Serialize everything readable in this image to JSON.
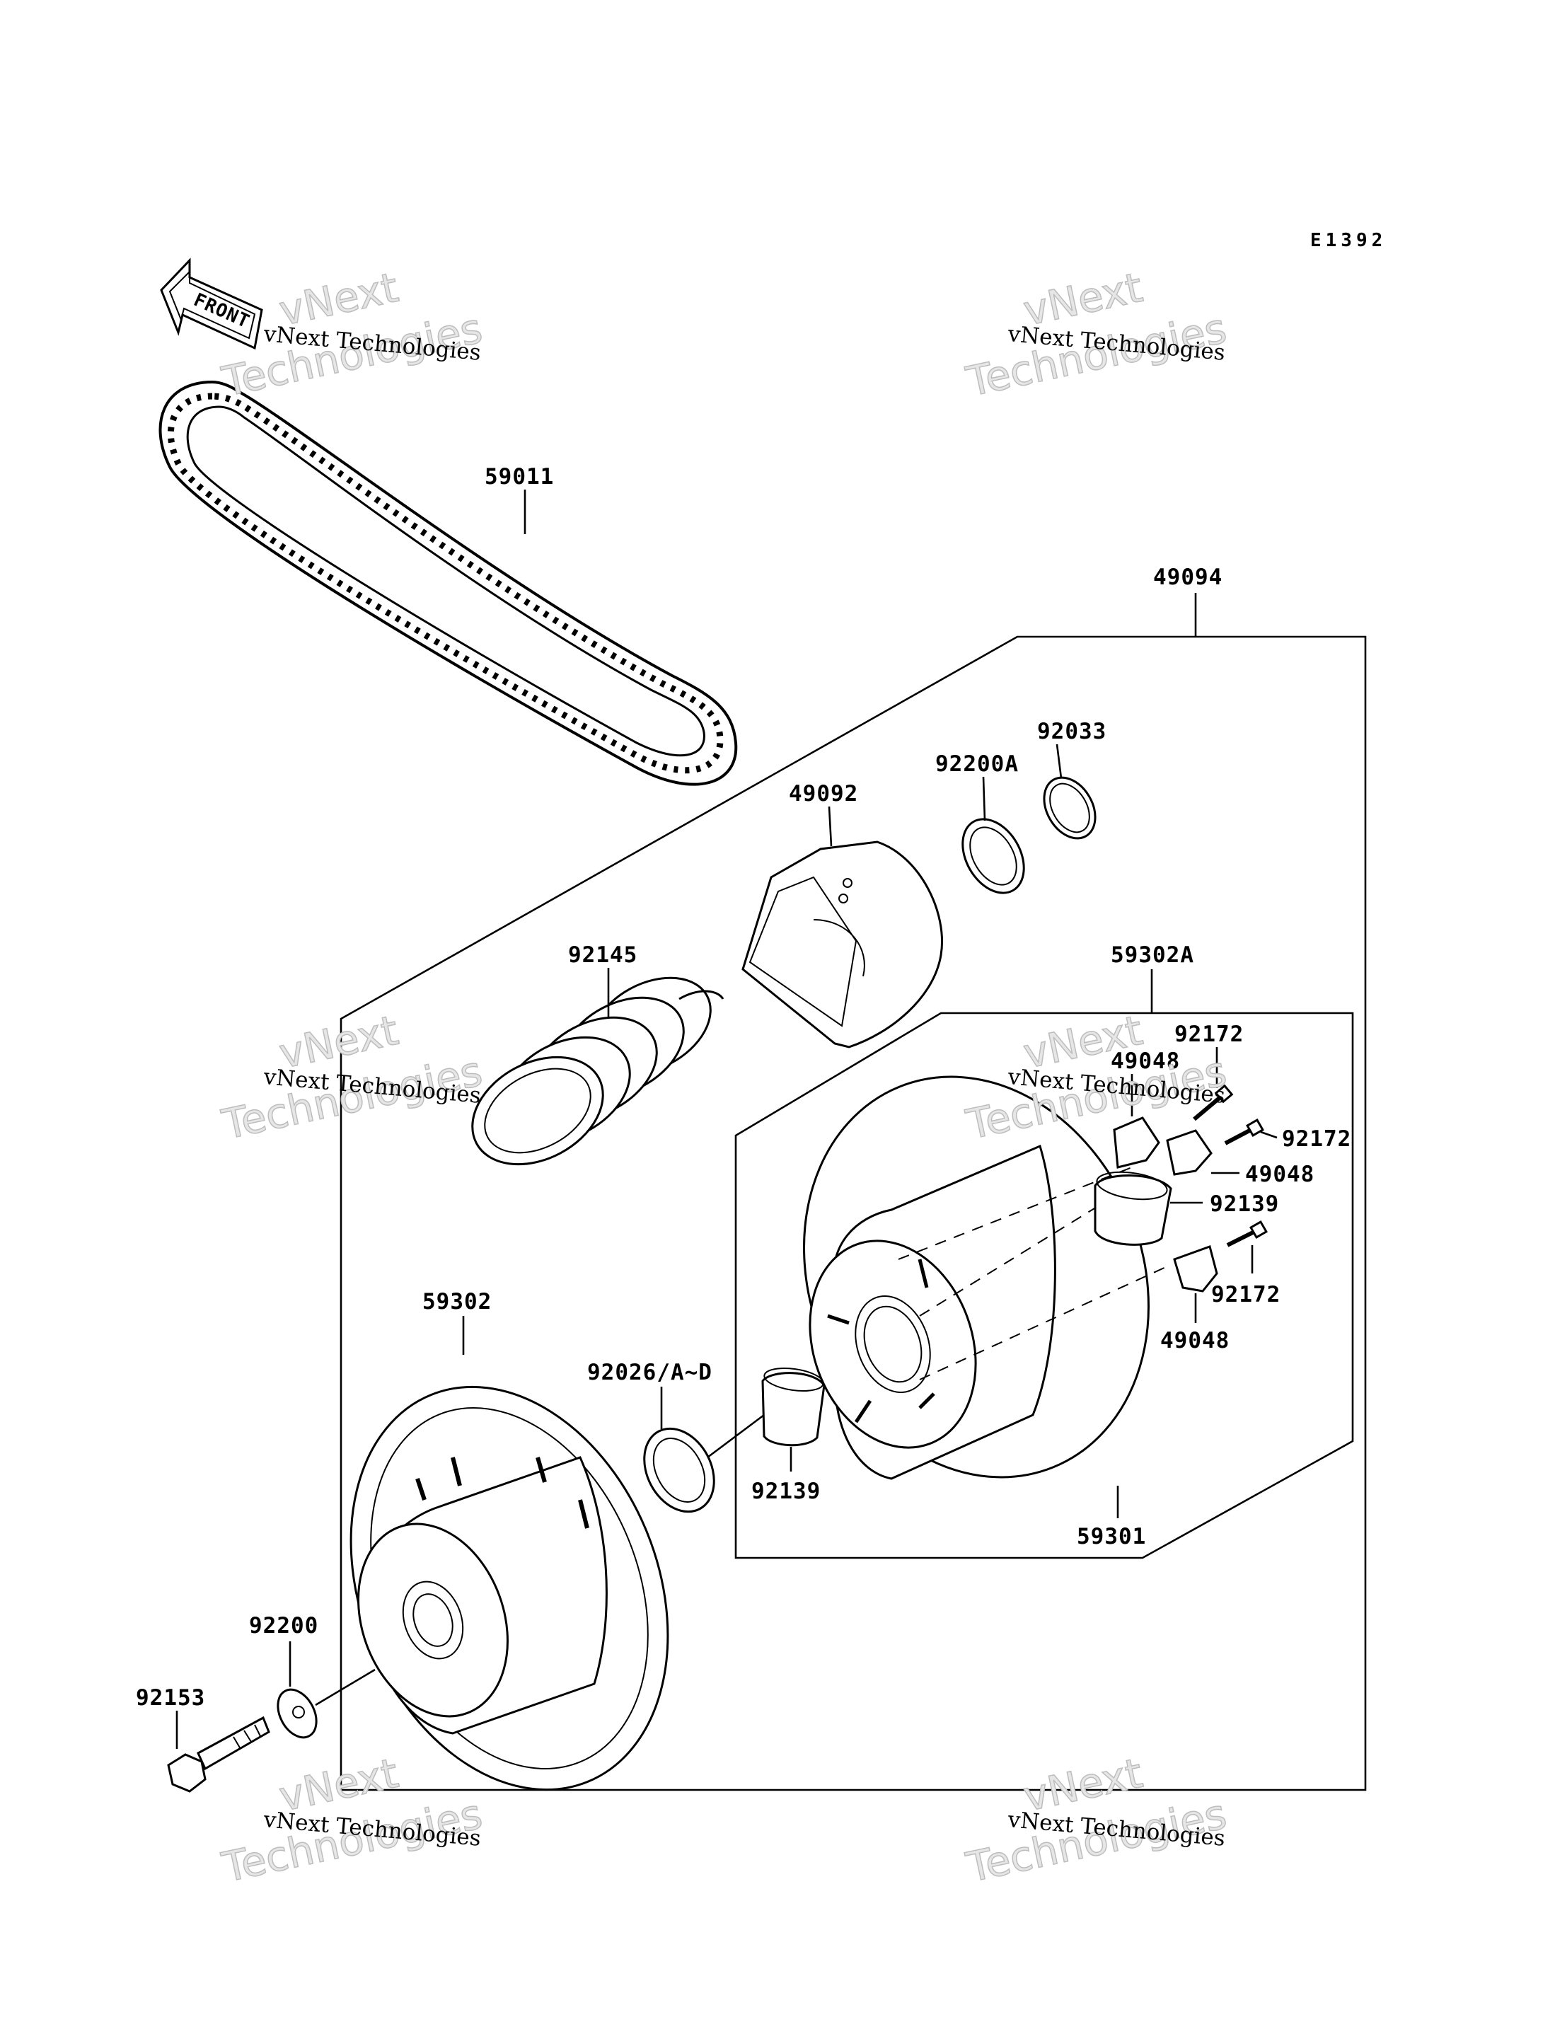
{
  "diagram_code": "E1392",
  "front_label": "FRONT",
  "watermark": {
    "line1": "vNext Technologies",
    "line2a": "vNext",
    "line2b": "Technologies"
  },
  "parts": {
    "p59011": "59011",
    "p49094": "49094",
    "p92033": "92033",
    "p92200A": "92200A",
    "p49092": "49092",
    "p92145": "92145",
    "p59302A": "59302A",
    "p92172a": "92172",
    "p49048a": "49048",
    "p92172b": "92172",
    "p49048b": "49048",
    "p92139a": "92139",
    "p92172c": "92172",
    "p49048c": "49048",
    "p59302": "59302",
    "p92026": "92026/A~D",
    "p92139b": "92139",
    "p59301": "59301",
    "p92200": "92200",
    "p92153": "92153"
  },
  "icons": [
    "front-arrow-icon",
    "drive-belt-icon",
    "spring-icon",
    "sheave-icon",
    "bolt-icon"
  ]
}
